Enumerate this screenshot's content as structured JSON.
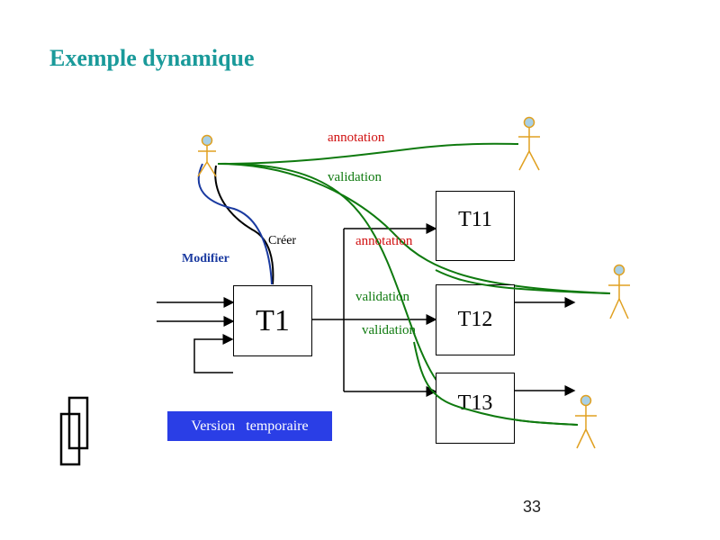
{
  "slide": {
    "title": "Exemple dynamique",
    "page_number": "33"
  },
  "tasks": {
    "t1": "T1",
    "t11": "T11",
    "t12": "T12",
    "t13": "T13"
  },
  "labels": {
    "annotation_top": "annotation",
    "validation_top": "validation",
    "creer": "Créer",
    "modifier": "Modifier",
    "annotation_mid": "annotation",
    "validation_mid": "validation",
    "validation_low": "validation"
  },
  "version_badge": "Version   temporaire",
  "colors": {
    "title": "#1a9a9a",
    "annotation": "#d01010",
    "validation": "#0f7a0f",
    "modifier": "#1a3aa0",
    "badge": "#2a3ee6",
    "actor": "#e0a020"
  }
}
